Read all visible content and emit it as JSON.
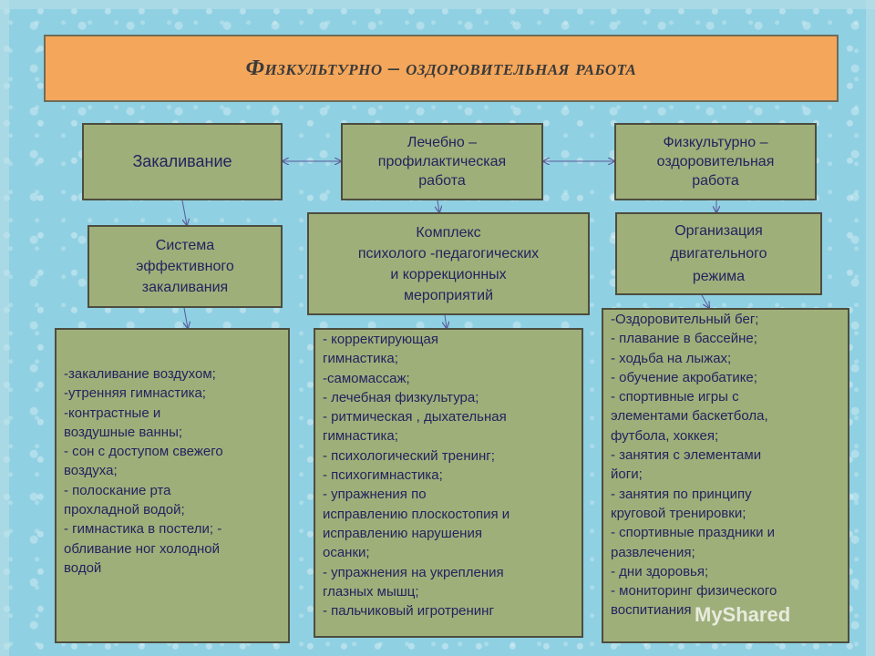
{
  "title": "Физкультурно – оздоровительная работа",
  "top_boxes": {
    "left": "Закаливание",
    "center": "Лечебно –\nпрофилактическая\nработа",
    "right": "Физкультурно –\nоздоровительная\nработа"
  },
  "mid_boxes": {
    "left": "Система\nэффективного\nзакаливания",
    "center": "Комплекс\nпсихолого -педагогических\nи коррекционных\nмероприятий",
    "right": "Организация\nдвигательного\nрежима"
  },
  "lists": {
    "left": [
      "-закаливание воздухом;",
      "-утренняя гимнастика;",
      "-контрастные и",
      "воздушные ванны;",
      "- сон с доступом свежего",
      "воздуха;",
      "- полоскание рта",
      "прохладной водой;",
      "- гимнастика в постели; -",
      "обливание ног холодной",
      "водой"
    ],
    "center": [
      "-  корректирующая",
      "гимнастика;",
      "-самомассаж;",
      "- лечебная физкультура;",
      "- ритмическая , дыхательная",
      "гимнастика;",
      "- психологический тренинг;",
      "- психогимнастика;",
      "- упражнения по",
      "исправлению плоскостопия и",
      "исправлению нарушения",
      "осанки;",
      "- упражнения на укрепления",
      "глазных мышц;",
      "- пальчиковый игротренинг"
    ],
    "right": [
      "-Оздоровительный бег;",
      "- плавание в бассейне;",
      "- ходьба на лыжах;",
      "- обучение акробатике;",
      "- спортивные игры с",
      "элементами баскетбола,",
      "футбола, хоккея;",
      "- занятия с элементами",
      "йоги;",
      "- занятия по принципу",
      "круговой тренировки;",
      "- спортивные праздники и",
      "развлечения;",
      "- дни здоровья;",
      "- мониторинг физического",
      "воспитиания"
    ]
  },
  "watermark": "MyShared",
  "colors": {
    "title_bg": "#f4a65a",
    "box_bg": "#9faf7a",
    "text": "#23235e",
    "background": "#8fd0e2"
  }
}
